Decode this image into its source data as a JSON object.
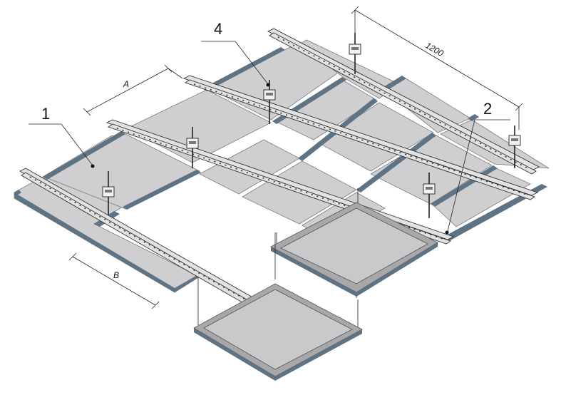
{
  "figure": {
    "callouts": [
      {
        "id": "callout-1",
        "text": "1"
      },
      {
        "id": "callout-2",
        "text": "2"
      },
      {
        "id": "callout-4",
        "text": "4"
      }
    ],
    "dimensions": {
      "a": "A",
      "b": "B",
      "length": "1200"
    }
  },
  "colors": {
    "panel": "#cfcfd1",
    "panel_edge": "#5e7384",
    "rail": "#e2e2e2",
    "outline": "#333333"
  }
}
